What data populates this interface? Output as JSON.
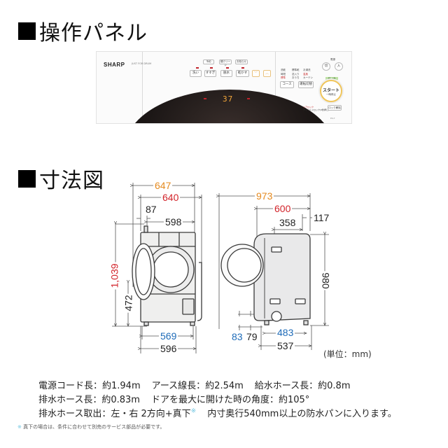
{
  "sections": {
    "control_panel_title": "操作パネル",
    "dimensions_title": "寸法図"
  },
  "control_panel": {
    "brand": "SHARP",
    "model_line": "JUST FOR DRUM",
    "display_value": "37",
    "top_buttons": [
      "予約",
      "槽クリーン",
      "お知らせ"
    ],
    "main_buttons": [
      "洗い",
      "すすぎ",
      "脱水",
      "乾かす"
    ],
    "arrow_buttons": [
      "﹀",
      "︿"
    ],
    "course_grid": [
      [
        "洗乾",
        "標準乾",
        "お湯洗"
      ],
      [
        "時短",
        "念入り",
        "温風"
      ],
      [
        "標準",
        "おうち",
        "カーテン"
      ]
    ],
    "course_button": "コース",
    "switch_button": "運転切替",
    "power_label": "電源",
    "power_off": "切",
    "power_on": "入",
    "green_tag": "押し3秒",
    "start_button": "スタート",
    "start_sub": "一時停止",
    "child_lock": "ドアロック",
    "child_lock_sub": "チャイルドロック(3秒押し)",
    "lock_button": "ロック解除",
    "model_number": "ES-T"
  },
  "dimensions": {
    "front": {
      "overall_width_with_handle": "647",
      "overall_width": "640",
      "hose_offset": "87",
      "top_width": "598",
      "height": "1,039",
      "door_center_height": "472",
      "foot_span": "569",
      "body_width": "596"
    },
    "side": {
      "overall_depth_door_open": "973",
      "depth": "600",
      "rear_offset": "117",
      "top_depth": "358",
      "height": "980",
      "front_clearance_a": "83",
      "front_clearance_b": "79",
      "foot_span": "483",
      "base_depth": "537"
    },
    "unit_label": "(単位：mm)"
  },
  "specs": {
    "power_cord": "電源コード長：約1.94m",
    "earth_wire": "アース線長：約2.54m",
    "water_hose": "給水ホース長：約0.8m",
    "drain_hose": "排水ホース長：約0.83m",
    "door_angle": "ドアを最大に開けた時の角度：約105°",
    "drain_outlet": "排水ホース取出：左・右 2方向+真下",
    "drain_mark": "※",
    "pan": "内寸奥行540mm以上の防水パンに入ります。"
  },
  "footnote": {
    "mark": "※",
    "text": "真下の場合は、条件に合わせて別売のサービス部品が必要です。"
  },
  "colors": {
    "orange": "#e58a1f",
    "red": "#d2232a",
    "blue": "#1e6bb8",
    "note_mark": "#6cc4e0"
  }
}
